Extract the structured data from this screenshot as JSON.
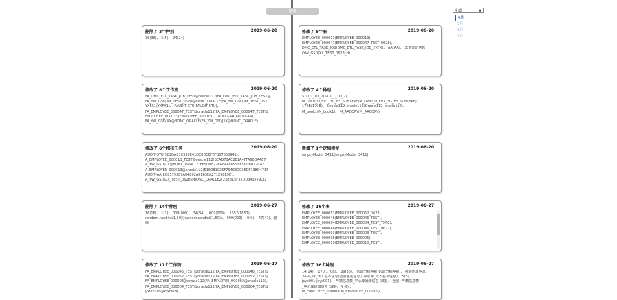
{
  "top_button_label": "顶部",
  "filter": {
    "selected": "全部",
    "items": [
      "4月",
      "5月",
      "6月",
      "7月"
    ]
  },
  "cards": {
    "c1": {
      "title": "删除了 3个种别",
      "date": "2019-06-20",
      "lines": [
        "36(36)、 5(5)、 24(24)"
      ]
    },
    "c2": {
      "title": "修改了 5个表",
      "date": "2019-06-20",
      "lines": [
        "EMPLOYEE_000013(EMPLOYEE_000013)、",
        "EMPLOYEE_000047(EMPLOYEE_000047_TEST_0628)、",
        "DMC_ETL_TASK_JOB(DMC_ETL_TASK_JOB_YXFX)、 AA(AA)、 工资登记信息",
        "(YW_GSDJXX_TEST_0628_H)"
      ]
    },
    "c3": {
      "title": "修改了 8个工作流",
      "date": "2019-06-20",
      "lines": [
        "FA_DMC_ETL_TASK_JOB_TEST@oracle112(FA_DMC_ETL_TASK_JOB_TEST@",
        "FA_YW_GSDJXX_TEST_0628@BONC_ORACLE(FA_YW_GSDJXX_TEST_062",
        "YXFX1(YXFX1)、 FAUDIT-STU(FAUDIT-STU)、",
        "FA_EMPLOYEE_000047_TEST@oracle112(FA_EMPLOYEE_000047_TEST@",
        "EMPLOYEE_000013(EMPLOYEE_000013)、 AUDIT-AA(AUDIT-AA)、",
        "FA_YW_GSDJXX@BONC_ORACLE(FA_YW_GSDJXX@BONC_ORACLE)"
      ]
    },
    "c4": {
      "title": "修改了 4个种别",
      "date": "2019-06-20",
      "lines": [
        "STU_1_TO_2(STU_1_TO_2)、",
        "M_DWD_D_EVT_3G_ES_SUBTYPE(M_DWD_D_EVT_3G_ES_SUBTYPE)、",
        "170B(170B)、 Oracle112_oracle112(Oracle112_oracle112)、",
        "M_book1(M_book1)、 M_AACOPY(M_AACOPY)"
      ]
    },
    "c5": {
      "title": "修改了 6个稽核任务",
      "date": "2019-06-20",
      "lines": [
        "AUDIT-STU(5E2DA21C595E41DE8DCEF6FB07858941)、",
        "A_EMPLOYEE_000013_TEST@oracle112(BEAD71AC2E1A4FFA90DA4E7",
        "A_YW_GSDJXX@BONC_ORACLE(F65D08276A8448899BF5C0B072C47",
        "A_EMPLOYEE_000013@oracle112(5160B1025F79468D936DF738D471F",
        "AUDIT-AA(EC85793E9A04802A0E63EA271E98E9E)、",
        "A_YW_GSDJXX_TEST_0628@BONC_ORACLE2(23B815F35DD343779CD"
      ]
    },
    "c6": {
      "title": "新增了 1个逻辑模型",
      "date": "2019-06-20",
      "lines": [
        "emptyModel_3411(emptyModel_3411)"
      ]
    },
    "c7": {
      "title": "删除了 14个种别",
      "date": "2019-06-27",
      "lines": [
        "16(16)、 1(1)、 009(009)、 34(34)、 009(009)、 1657(1657)、",
        "random.randint(1,50)(random.randint(1,50))、 009(009)、 0(0)、 47(47)、删",
        "除"
      ]
    },
    "c8": {
      "title": "修改了 16个表",
      "date": "2019-06-27",
      "lines": [
        "EMPLOYEE_000052(EMPLOYEE_000052_0627)、",
        "EMPLOYEE_000046(EMPLOYEE_000046_TEST)、",
        "EMPLOYEE_000004(EMPLOYEE_000004_TEST_YXFC)、",
        "EMPLOYEE_000046(EMPLOYEE_000046_TEST_0627)、",
        "EMPLOYEE_000003(EMPLOYEE_000003_TEST)、",
        "EMPLOYEE_000005(EMPLOYEE_000005)、",
        "EMPLOYEE_000010(EMPLOYEE_000010_TEST)、"
      ]
    },
    "c9": {
      "title": "修改了 17个工作流",
      "date": "2019-06-27",
      "lines": [
        "FA_EMPLOYEE_000046_TEST@oracle112(FA_EMPLOYEE_000046_TEST@",
        "FA_EMPLOYEE_000052_TEST@oracle112(FA_EMPLOYEE_000052_TEST@",
        "FA_EMPLOYEE_000003@oracle112(FA_EMPLOYEE_000003@oracle112)、",
        "FA_EMPLOYEE_000004_TEST@oracle112(FA_EMPLOYEE_000004_TEST@",
        "yxfxcs18(yxfxcs18)、"
      ]
    },
    "c10": {
      "title": "修改了 16个种别",
      "date": "2019-06-27",
      "lines": [
        "14(14)、 170(170B)、 39(36)、 影调分析种别(影调分析种别)、 社会固定信息",
        "入中心库_法人基本信息(社会固定信息入中心库_法人基本信息)、 5(5)、",
        "jcys001(jcys001)、 产籍信息表_中心库通知信息 (城县、 全县) 产籍信息表",
        "_中心库通知信息 (城县、全县) 、",
        "M_EMPLOYEE_000009(M_EMPLOYEE_000009)、"
      ]
    }
  }
}
